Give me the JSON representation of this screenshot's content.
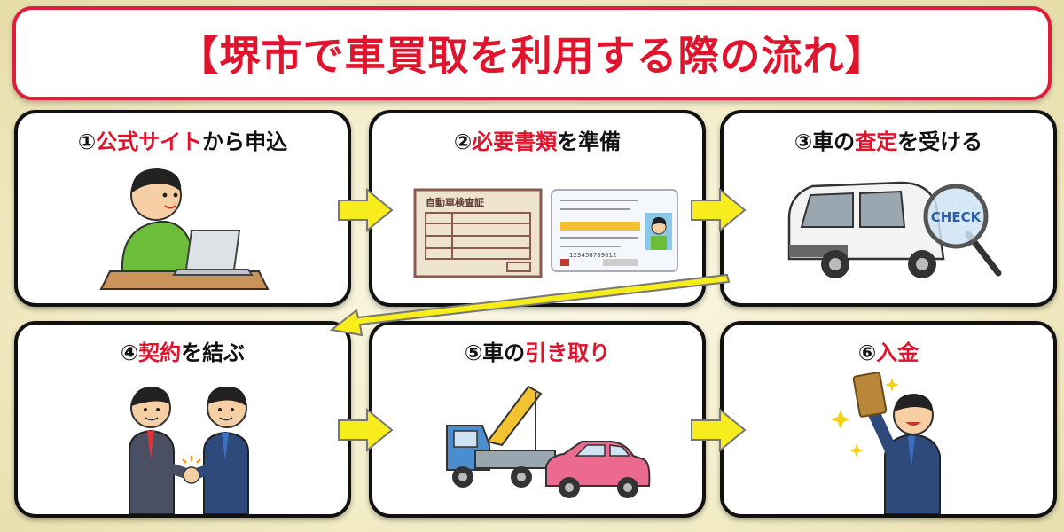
{
  "title": "【堺市で車買取を利用する際の流れ】",
  "steps": [
    {
      "num": "①",
      "red": "公式サイト",
      "rest": "から申込"
    },
    {
      "num": "②",
      "red": "必要書類",
      "rest": "を準備"
    },
    {
      "num": "③",
      "pre": "車の",
      "red": "査定",
      "rest": "を受ける"
    },
    {
      "num": "④",
      "red": "契約",
      "rest": "を結ぶ"
    },
    {
      "num": "⑤",
      "pre": "車の",
      "red": "引き取り",
      "rest": ""
    },
    {
      "num": "⑥",
      "red": "入金",
      "rest": ""
    }
  ],
  "illustrations": {
    "doc_label": "自動車検査証",
    "check_label": "CHECK",
    "license_number": "123456789012"
  },
  "colors": {
    "title_red": "#e0142c",
    "arrow_yellow": "#f7ec1c",
    "card_border": "#111111"
  },
  "icons": [
    "laptop-user-icon",
    "vehicle-document-icon",
    "drivers-license-icon",
    "car-inspection-icon",
    "handshake-icon",
    "tow-truck-icon",
    "money-envelope-icon",
    "arrow-right-icon"
  ]
}
